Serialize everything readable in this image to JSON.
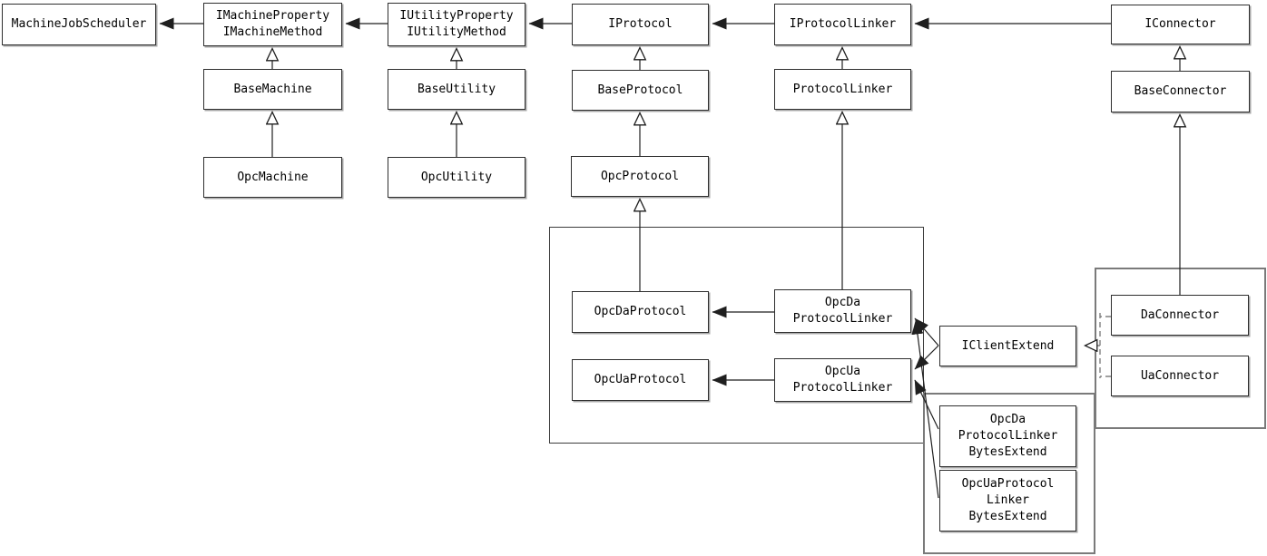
{
  "diagram": {
    "kind": "uml-class-diagram",
    "colors": {
      "background": "#ffffff",
      "box_fill": "#ffffff",
      "box_border": "#2e2e2e",
      "group_border": "#7a7a7a",
      "line": "#1f1f1f",
      "dashed_line": "#808080"
    },
    "nodes": {
      "mjs": [
        "MachineJobScheduler"
      ],
      "imachine": [
        "IMachineProperty",
        "IMachineMethod"
      ],
      "iutility": [
        "IUtilityProperty",
        "IUtilityMethod"
      ],
      "iprotocol": [
        "IProtocol"
      ],
      "iprotocollinker": [
        "IProtocolLinker"
      ],
      "iconnector": [
        "IConnector"
      ],
      "basemachine": [
        "BaseMachine"
      ],
      "baseutility": [
        "BaseUtility"
      ],
      "baseprotocol": [
        "BaseProtocol"
      ],
      "protocollinker": [
        "ProtocolLinker"
      ],
      "baseconnector": [
        "BaseConnector"
      ],
      "opcmachine": [
        "OpcMachine"
      ],
      "opcutility": [
        "OpcUtility"
      ],
      "opcprotocol": [
        "OpcProtocol"
      ],
      "opcdaprotocol": [
        "OpcDaProtocol"
      ],
      "opcdalinker": [
        "OpcDa",
        "ProtocolLinker"
      ],
      "opcuaprotocol": [
        "OpcUaProtocol"
      ],
      "opcualinker": [
        "OpcUa",
        "ProtocolLinker"
      ],
      "iclientextend": [
        "IClientExtend"
      ],
      "daconnector": [
        "DaConnector"
      ],
      "uaconnector": [
        "UaConnector"
      ],
      "opcdabytes": [
        "OpcDa",
        "ProtocolLinker",
        "BytesExtend"
      ],
      "opcuabytes": [
        "OpcUaProtocol",
        "Linker",
        "BytesExtend"
      ]
    }
  }
}
